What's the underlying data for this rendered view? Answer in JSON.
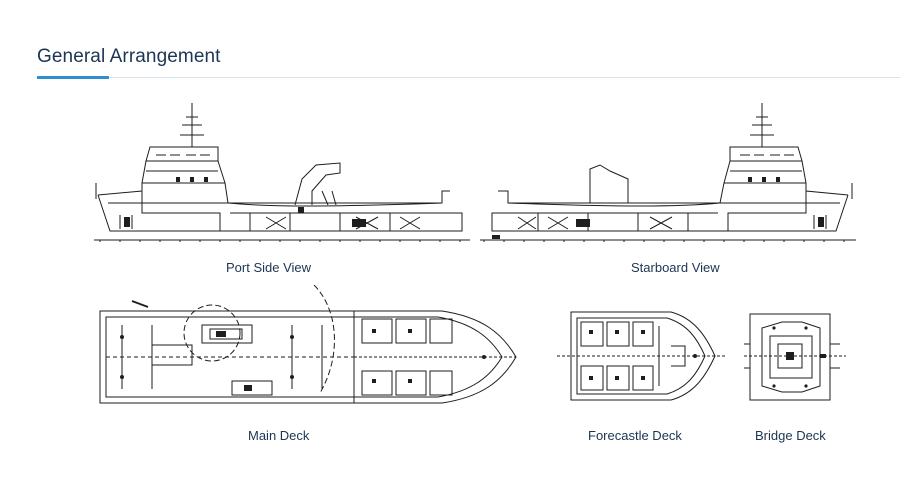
{
  "page": {
    "title": "General Arrangement"
  },
  "views": [
    {
      "id": "port",
      "caption": "Port Side View"
    },
    {
      "id": "starboard",
      "caption": "Starboard View"
    },
    {
      "id": "main",
      "caption": "Main Deck"
    },
    {
      "id": "forecastle",
      "caption": "Forecastle Deck"
    },
    {
      "id": "bridge",
      "caption": "Bridge Deck"
    }
  ],
  "colors": {
    "title": "#1b3553",
    "accent": "#2f8fd0",
    "line": "#1e1e1e"
  }
}
